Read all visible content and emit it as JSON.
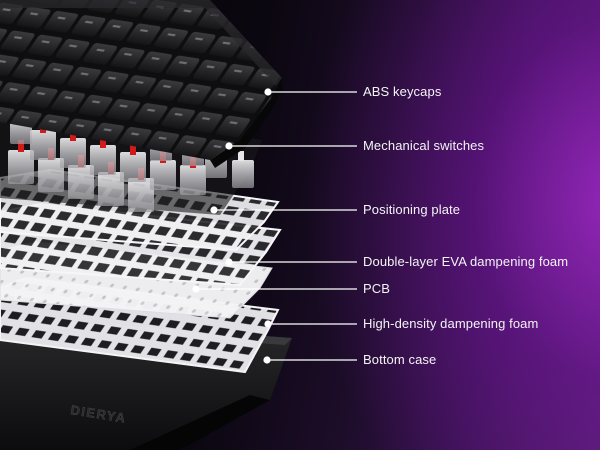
{
  "brand": "DIERYA",
  "callouts": [
    {
      "id": "keycaps",
      "label": "ABS keycaps"
    },
    {
      "id": "switches",
      "label": "Mechanical switches"
    },
    {
      "id": "plate",
      "label": "Positioning plate"
    },
    {
      "id": "eva-foam",
      "label": "Double-layer EVA dampening foam"
    },
    {
      "id": "pcb",
      "label": "PCB"
    },
    {
      "id": "hd-foam",
      "label": "High-density dampening foam"
    },
    {
      "id": "case",
      "label": "Bottom case"
    }
  ],
  "colors": {
    "background_dark": "#07050a",
    "background_accent": "#6a1f8c",
    "switch_stem": "#d11a1a",
    "keycap": "#1c1c1e",
    "plate": "#e9e9ec",
    "callout_line": "#ffffff"
  }
}
